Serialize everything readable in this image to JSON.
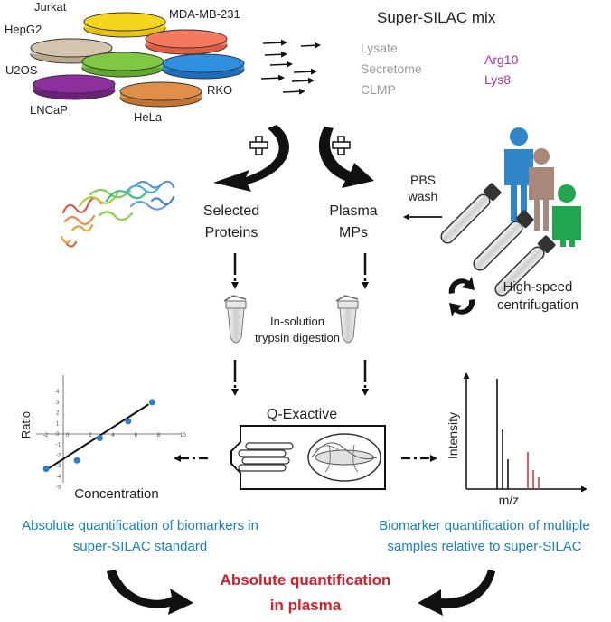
{
  "cell_lines": {
    "jurkat": "Jurkat",
    "hepg2": "HepG2",
    "mda": "MDA-MB-231",
    "u2os": "U2OS",
    "rko": "RKO",
    "lncap": "LNCaP",
    "hela": "HeLa"
  },
  "dish_colors": {
    "jurkat": "#f6d51f",
    "hepg2": "#d4c4b0",
    "mda": "#f47a5e",
    "u2os": "#7fc843",
    "rko": "#2f8fe0",
    "lncap": "#8d2f9c",
    "hela": "#e08f4a"
  },
  "super_silac": {
    "title": "Super-SILAC mix",
    "fractions": [
      "Lysate",
      "Secretome",
      "CLMP"
    ],
    "labels": [
      "Arg10",
      "Lys8"
    ],
    "fraction_color": "#9a9a9a",
    "label_color": "#b0309c"
  },
  "plus_sign": "+",
  "workflow": {
    "selected_line1": "Selected",
    "selected_line2": "Proteins",
    "plasma_line1": "Plasma",
    "plasma_line2": "MPs",
    "pbs_line1": "PBS",
    "pbs_line2": "wash",
    "centrifuge_line1": "High-speed",
    "centrifuge_line2": "centrifugation",
    "digestion_line1": "In-solution",
    "digestion_line2": "trypsin digestion",
    "instrument": "Q-Exactive"
  },
  "people_colors": [
    "#2f85c8",
    "#a9877a",
    "#1fa64f"
  ],
  "calibration": {
    "ylabel": "Ratio",
    "xlabel": "Concentration",
    "xticks": [
      "-2",
      "0",
      "2",
      "4",
      "6",
      "8",
      "10"
    ],
    "yticks": [
      "4",
      "3",
      "2",
      "1",
      "0",
      "-1",
      "-2",
      "-3",
      "-4",
      "-5"
    ],
    "points": [
      {
        "x": -1.5,
        "y": -3.3
      },
      {
        "x": 1.2,
        "y": -2.5
      },
      {
        "x": 3.2,
        "y": -0.4
      },
      {
        "x": 5.7,
        "y": 1.2
      },
      {
        "x": 7.8,
        "y": 3.0
      }
    ],
    "fit_line": {
      "x": [
        -1.5,
        7.5
      ],
      "y": [
        -3.4,
        2.8
      ]
    },
    "point_color": "#2f7fc6"
  },
  "spectrum": {
    "ylabel": "Intensity",
    "xlabel": "m/z",
    "light_color": "#111111",
    "heavy_color": "#d43a3a"
  },
  "captions": {
    "left_line1": "Absolute quantification of biomarkers in",
    "left_line2": "super-SILAC standard",
    "right_line1": "Biomarker quantification of multiple",
    "right_line2": "samples relative to super-SILAC",
    "color": "#1a7fc0"
  },
  "conclusion": {
    "line1": "Absolute quantification",
    "line2": "in plasma",
    "color": "#d41f2a"
  }
}
